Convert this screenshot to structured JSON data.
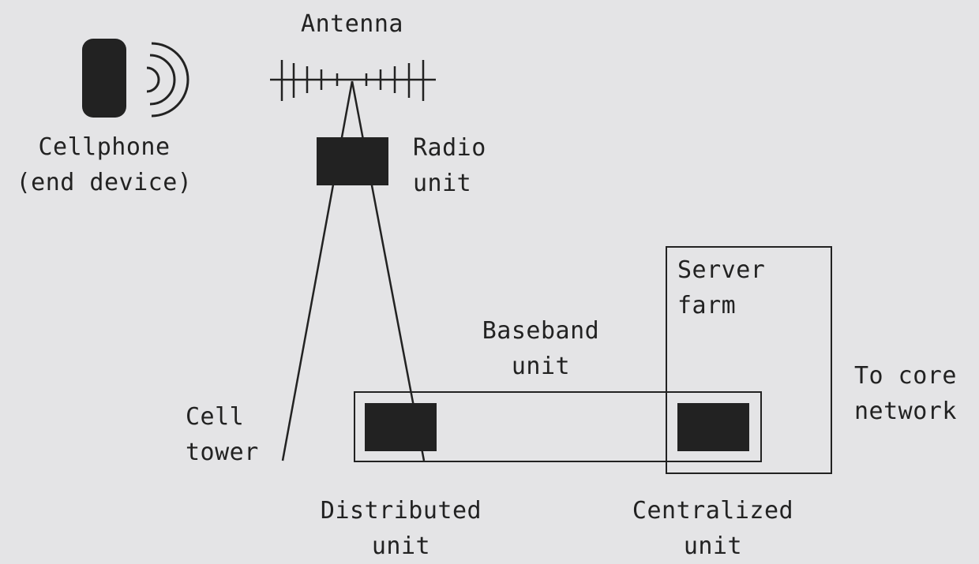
{
  "colors": {
    "background": "#e4e4e6",
    "ink": "#222222"
  },
  "icons": {
    "phone": "cellphone-icon",
    "signal": "signal-waves-icon",
    "antenna": "antenna-icon"
  },
  "labels": {
    "antenna": [
      "Antenna"
    ],
    "cellphone": [
      "Cellphone",
      "(end device)"
    ],
    "radio_unit": [
      "Radio",
      "unit"
    ],
    "server_farm": [
      "Server",
      "farm"
    ],
    "baseband_unit": [
      "Baseband",
      "unit"
    ],
    "to_core_network": [
      "To core",
      "network"
    ],
    "cell_tower": [
      "Cell",
      "tower"
    ],
    "distributed_unit": [
      "Distributed",
      "unit"
    ],
    "centralized_unit": [
      "Centralized",
      "unit"
    ]
  }
}
